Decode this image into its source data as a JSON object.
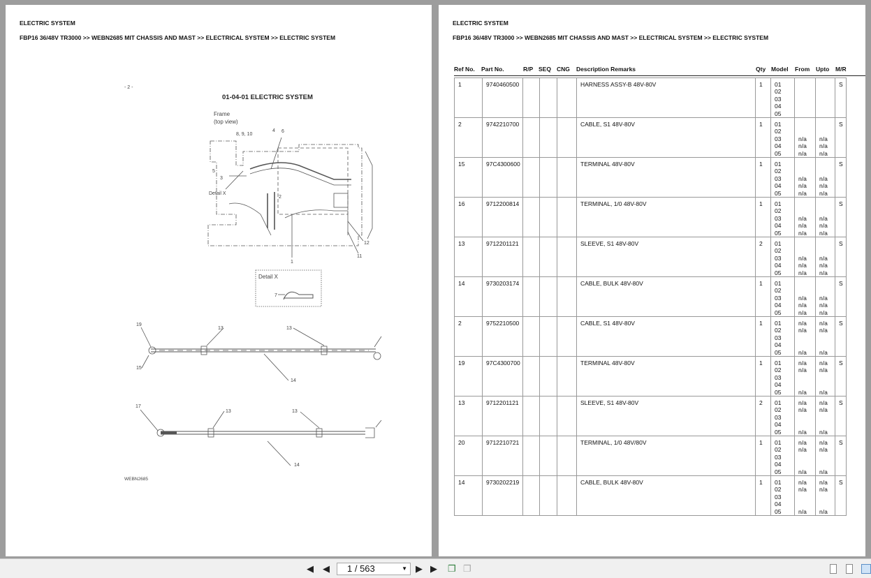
{
  "left_page": {
    "section": "ELECTRIC SYSTEM",
    "breadcrumb": "FBP16 36/48V TR3000 >> WEBN2685 MIT CHASSIS AND MAST >> ELECTRICAL SYSTEM >> ELECTRIC SYSTEM",
    "diagram": {
      "page_marker": "- 2 -",
      "title": "01-04-01 ELECTRIC SYSTEM",
      "frame_label_1": "Frame",
      "frame_label_2": "(top view)",
      "detail_label": "Detail X",
      "detail_box_label": "Detail X",
      "code": "WEBN2685",
      "callouts": {
        "c8910": "8, 9, 10",
        "c4": "4",
        "c6": "6",
        "c5": "5",
        "c3": "3",
        "c2": "2",
        "c12": "12",
        "c11": "11",
        "c1": "1",
        "c7": "7",
        "c19": "19",
        "c15": "15",
        "c13a": "13",
        "c13b": "13",
        "c14a": "14",
        "c17": "17",
        "c13c": "13",
        "c13d": "13",
        "c14b": "14"
      }
    }
  },
  "right_page": {
    "section": "ELECTRIC SYSTEM",
    "breadcrumb": "FBP16 36/48V TR3000 >> WEBN2685 MIT CHASSIS AND MAST >> ELECTRICAL SYSTEM >> ELECTRIC SYSTEM",
    "columns": [
      "Ref No.",
      "Part No.",
      "R/P",
      "SEQ",
      "CNG",
      "Description Remarks",
      "Qty",
      "Model",
      "From",
      "Upto",
      "M/R"
    ],
    "rows": [
      {
        "ref": "1",
        "part": "9740460500",
        "desc": "HARNESS ASSY-B 48V-80V",
        "qty": "1",
        "models": [
          "01",
          "02",
          "03",
          "04",
          "05"
        ],
        "from": [
          "",
          "",
          "",
          "",
          ""
        ],
        "upto": [
          "",
          "",
          "",
          "",
          ""
        ],
        "mr": "S"
      },
      {
        "ref": "2",
        "part": "9742210700",
        "desc": "CABLE, S1 48V-80V",
        "qty": "1",
        "models": [
          "01",
          "02",
          "03",
          "04",
          "05"
        ],
        "from": [
          "",
          "",
          "n/a",
          "n/a",
          "n/a"
        ],
        "upto": [
          "",
          "",
          "n/a",
          "n/a",
          "n/a"
        ],
        "mr": "S"
      },
      {
        "ref": "15",
        "part": "97C4300600",
        "desc": "TERMINAL 48V-80V",
        "qty": "1",
        "models": [
          "01",
          "02",
          "03",
          "04",
          "05"
        ],
        "from": [
          "",
          "",
          "n/a",
          "n/a",
          "n/a"
        ],
        "upto": [
          "",
          "",
          "n/a",
          "n/a",
          "n/a"
        ],
        "mr": "S"
      },
      {
        "ref": "16",
        "part": "9712200814",
        "desc": "TERMINAL, 1/0 48V-80V",
        "qty": "1",
        "models": [
          "01",
          "02",
          "03",
          "04",
          "05"
        ],
        "from": [
          "",
          "",
          "n/a",
          "n/a",
          "n/a"
        ],
        "upto": [
          "",
          "",
          "n/a",
          "n/a",
          "n/a"
        ],
        "mr": "S"
      },
      {
        "ref": "13",
        "part": "9712201121",
        "desc": "SLEEVE, S1 48V-80V",
        "qty": "2",
        "models": [
          "01",
          "02",
          "03",
          "04",
          "05"
        ],
        "from": [
          "",
          "",
          "n/a",
          "n/a",
          "n/a"
        ],
        "upto": [
          "",
          "",
          "n/a",
          "n/a",
          "n/a"
        ],
        "mr": "S"
      },
      {
        "ref": "14",
        "part": "9730203174",
        "desc": "CABLE, BULK 48V-80V",
        "qty": "1",
        "models": [
          "01",
          "02",
          "03",
          "04",
          "05"
        ],
        "from": [
          "",
          "",
          "n/a",
          "n/a",
          "n/a"
        ],
        "upto": [
          "",
          "",
          "n/a",
          "n/a",
          "n/a"
        ],
        "mr": "S"
      },
      {
        "ref": "2",
        "part": "9752210500",
        "desc": "CABLE, S1 48V-80V",
        "qty": "1",
        "models": [
          "01",
          "02",
          "03",
          "04",
          "05"
        ],
        "from": [
          "n/a",
          "n/a",
          "",
          "",
          "n/a"
        ],
        "upto": [
          "n/a",
          "n/a",
          "",
          "",
          "n/a"
        ],
        "mr": "S"
      },
      {
        "ref": "19",
        "part": "97C4300700",
        "desc": "TERMINAL 48V-80V",
        "qty": "1",
        "models": [
          "01",
          "02",
          "03",
          "04",
          "05"
        ],
        "from": [
          "n/a",
          "n/a",
          "",
          "",
          "n/a"
        ],
        "upto": [
          "n/a",
          "n/a",
          "",
          "",
          "n/a"
        ],
        "mr": "S"
      },
      {
        "ref": "13",
        "part": "9712201121",
        "desc": "SLEEVE, S1 48V-80V",
        "qty": "2",
        "models": [
          "01",
          "02",
          "03",
          "04",
          "05"
        ],
        "from": [
          "n/a",
          "n/a",
          "",
          "",
          "n/a"
        ],
        "upto": [
          "n/a",
          "n/a",
          "",
          "",
          "n/a"
        ],
        "mr": "S"
      },
      {
        "ref": "20",
        "part": "9712210721",
        "desc": "TERMINAL, 1/0 48V/80V",
        "qty": "1",
        "models": [
          "01",
          "02",
          "03",
          "04",
          "05"
        ],
        "from": [
          "n/a",
          "n/a",
          "",
          "",
          "n/a"
        ],
        "upto": [
          "n/a",
          "n/a",
          "",
          "",
          "n/a"
        ],
        "mr": "S"
      },
      {
        "ref": "14",
        "part": "9730202219",
        "desc": "CABLE, BULK 48V-80V",
        "qty": "1",
        "models": [
          "01",
          "02",
          "03",
          "04",
          "05"
        ],
        "from": [
          "n/a",
          "n/a",
          "",
          "",
          "n/a"
        ],
        "upto": [
          "n/a",
          "n/a",
          "",
          "",
          "n/a"
        ],
        "mr": "S"
      }
    ]
  },
  "toolbar": {
    "page_indicator": "1 / 563",
    "first_icon": "first-page-icon",
    "prev_icon": "prev-page-icon",
    "next_icon": "next-page-icon",
    "last_icon": "last-page-icon"
  }
}
